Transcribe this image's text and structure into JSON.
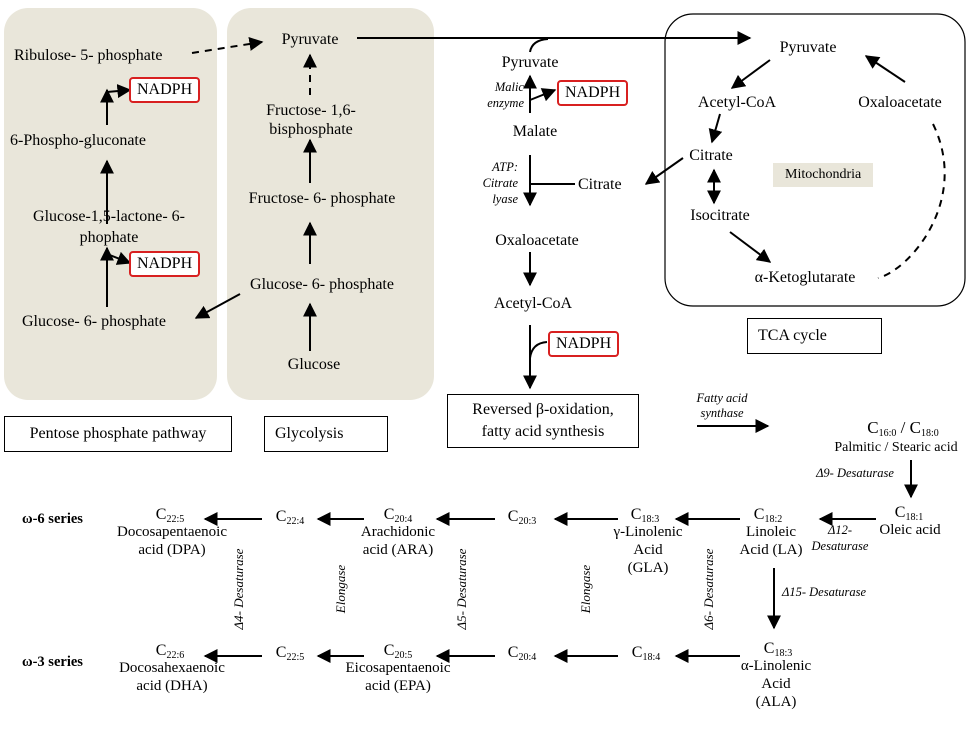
{
  "ppp": {
    "ribulose": "Ribulose- 5- phosphate",
    "nadph_a": "NADPH",
    "phosphogluconate": "6-Phospho-gluconate",
    "lactone_1": "Glucose-1,5-lactone- 6-",
    "lactone_2": "phophate",
    "nadph_b": "NADPH",
    "glucose6p": "Glucose- 6- phosphate",
    "box_label": "Pentose phosphate pathway"
  },
  "glycolysis": {
    "pyruvate": "Pyruvate",
    "fbp_1": "Fructose- 1,6-",
    "fbp_2": "bisphosphate",
    "f6p": "Fructose- 6- phosphate",
    "g6p": "Glucose- 6- phosphate",
    "glucose": "Glucose",
    "box_label": "Glycolysis"
  },
  "cytosol": {
    "pyruvate": "Pyruvate",
    "malic_1": "Malic",
    "malic_2": "enzyme",
    "nadph_c": "NADPH",
    "malate": "Malate",
    "atp_1": "ATP:",
    "atp_2": "Citrate",
    "atp_3": "lyase",
    "citrate": "Citrate",
    "oxaloacetate": "Oxaloacetate",
    "acetylcoa": "Acetyl-CoA",
    "nadph_d": "NADPH",
    "box_1": "Reversed β-oxidation,",
    "box_2": "fatty acid synthesis"
  },
  "tca": {
    "pyruvate": "Pyruvate",
    "acetylcoa": "Acetyl-CoA",
    "oxaloacetate": "Oxaloacetate",
    "citrate": "Citrate",
    "isocitrate": "Isocitrate",
    "ketoglutarate": "α-Ketoglutarate",
    "mito": "Mitochondria",
    "box_label": "TCA cycle"
  },
  "fas": {
    "enzyme_1": "Fatty acid",
    "enzyme_2": "synthase",
    "c16_c": "C",
    "c16_s": "16:0",
    "slash": " / C",
    "c18_s": "18:0",
    "palmitic": "Palmitic / Stearic acid",
    "d9": "Δ9- Desaturase"
  },
  "omega6": {
    "series": "ω-6 series",
    "c18_1": "18:1",
    "oleic": "Oleic acid",
    "d12_1": "Δ12-",
    "d12_2": "Desaturase",
    "c18_2": "18:2",
    "la_1": "Linoleic",
    "la_2": "Acid (LA)",
    "c18_3": "18:3",
    "gla_1": "γ-Linolenic",
    "gla_2": "Acid",
    "gla_3": "(GLA)",
    "c20_3": "20:3",
    "c20_4": "20:4",
    "ara_1": "Arachidonic",
    "ara_2": "acid (ARA)",
    "c22_4": "22:4",
    "c22_5": "22:5",
    "dpa_1": "Docosapentaenoic",
    "dpa_2": "acid (DPA)"
  },
  "vertical": {
    "d15": "Δ15- Desaturase",
    "d6": "Δ6- Desaturase",
    "elong_a": "Elongase",
    "d5": "Δ5- Desaturase",
    "elong_b": "Elongase",
    "d4": "Δ4- Desaturase"
  },
  "omega3": {
    "series": "ω-3 series",
    "c18_3": "18:3",
    "ala_1": "α-Linolenic",
    "ala_2": "Acid",
    "ala_3": "(ALA)",
    "c18_4": "18:4",
    "c20_4": "20:4",
    "c20_5": "20:5",
    "epa_1": "Eicosapentaenoic",
    "epa_2": "acid (EPA)",
    "c22_5": "22:5",
    "c22_6": "22:6",
    "dha_1": "Docosahexaenoic",
    "dha_2": "acid (DHA)"
  },
  "colors": {
    "panel": "#e9e6da",
    "nadph_border": "#d82020"
  }
}
